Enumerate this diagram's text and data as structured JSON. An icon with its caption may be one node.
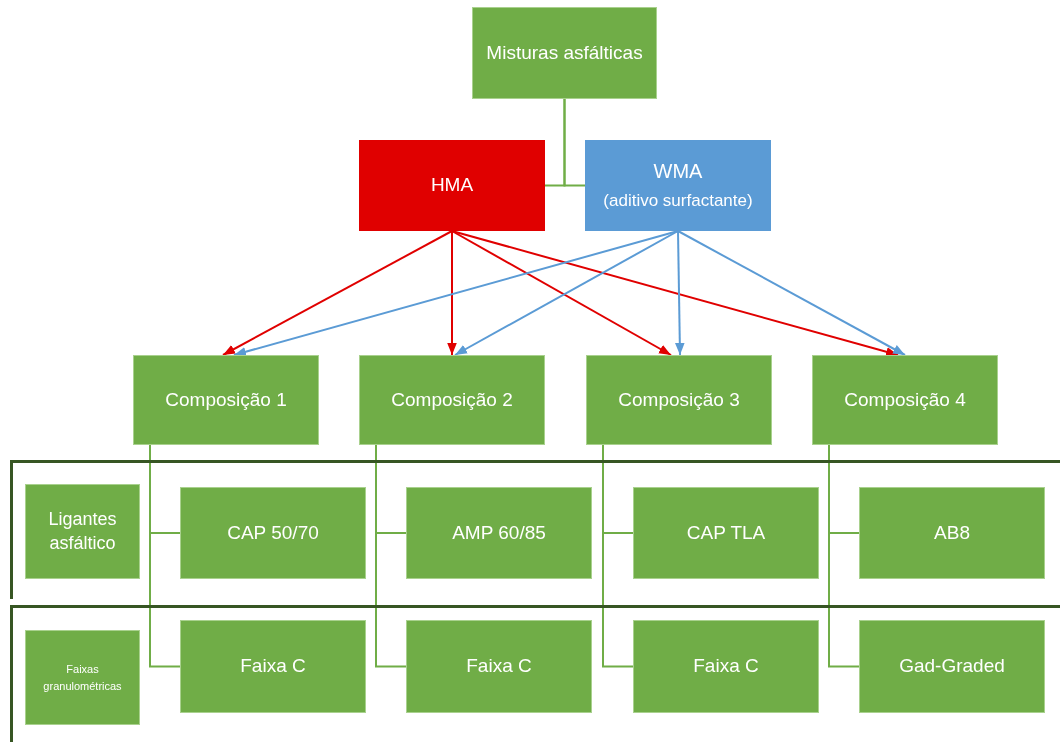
{
  "diagram": {
    "nodes": [
      {
        "text": [
          "Misturas asfálticas"
        ]
      },
      {
        "text": [
          "HMA"
        ]
      },
      {
        "text": [
          "WMA",
          "(aditivo surfactante)"
        ]
      },
      {
        "text": [
          "Composição 1"
        ]
      },
      {
        "text": [
          "Composição 2"
        ]
      },
      {
        "text": [
          "Composição 3"
        ]
      },
      {
        "text": [
          "Composição 4"
        ]
      },
      {
        "text": [],
        "shape": "box"
      },
      {
        "text": [
          "Ligantes asfáltico"
        ],
        "in": 7
      },
      {
        "text": [
          "CAP 50/70"
        ],
        "in": 7
      },
      {
        "text": [
          "AMP 60/85"
        ],
        "in": 7
      },
      {
        "text": [
          "CAP TLA"
        ],
        "in": 7
      },
      {
        "text": [
          "AB8"
        ],
        "in": 7
      },
      {
        "text": [],
        "shape": "box"
      },
      {
        "text": [
          "Faixas granulométricas"
        ],
        "in": 13
      },
      {
        "text": [
          "Faixa C"
        ],
        "in": 13
      },
      {
        "text": [
          "Faixa C"
        ],
        "in": 13
      },
      {
        "text": [
          "Faixa C"
        ],
        "in": 13
      },
      {
        "text": [
          "Gad-Graded"
        ],
        "in": 13
      }
    ],
    "edges": [
      {
        "from": 0,
        "to": 1,
        "arrow": "none"
      },
      {
        "from": 0,
        "to": 2,
        "arrow": "none"
      },
      {
        "from": 1,
        "to": 3,
        "arrow": "to",
        "color": "#e00000"
      },
      {
        "from": 1,
        "to": 4,
        "arrow": "to",
        "color": "#e00000"
      },
      {
        "from": 1,
        "to": 5,
        "arrow": "to",
        "color": "#e00000"
      },
      {
        "from": 1,
        "to": 6,
        "arrow": "to",
        "color": "#e00000"
      },
      {
        "from": 2,
        "to": 3,
        "arrow": "to",
        "color": "#5b9bd5"
      },
      {
        "from": 2,
        "to": 4,
        "arrow": "to",
        "color": "#5b9bd5"
      },
      {
        "from": 2,
        "to": 5,
        "arrow": "to",
        "color": "#5b9bd5"
      },
      {
        "from": 2,
        "to": 6,
        "arrow": "to",
        "color": "#5b9bd5"
      },
      {
        "from": 3,
        "to": 9,
        "arrow": "none"
      },
      {
        "from": 3,
        "to": 15,
        "arrow": "none"
      },
      {
        "from": 4,
        "to": 10,
        "arrow": "none"
      },
      {
        "from": 4,
        "to": 16,
        "arrow": "none"
      },
      {
        "from": 5,
        "to": 11,
        "arrow": "none"
      },
      {
        "from": 5,
        "to": 17,
        "arrow": "none"
      },
      {
        "from": 6,
        "to": 12,
        "arrow": "none"
      },
      {
        "from": 6,
        "to": 18,
        "arrow": "none"
      }
    ]
  }
}
